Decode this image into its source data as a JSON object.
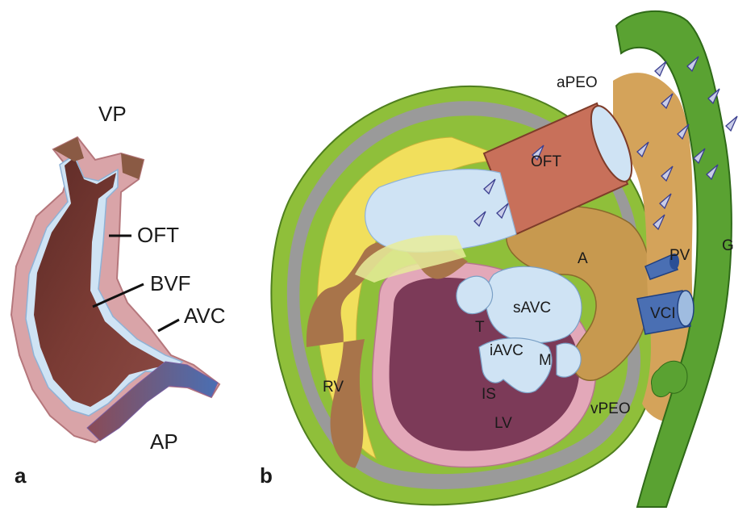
{
  "panel_a": {
    "panel_label": "a",
    "labels": {
      "vp": "VP",
      "oft": "OFT",
      "bvf": "BVF",
      "avc": "AVC",
      "ap": "AP"
    }
  },
  "panel_b": {
    "panel_label": "b",
    "labels": {
      "apeo": "aPEO",
      "oft": "OFT",
      "a": "A",
      "pv": "PV",
      "g": "G",
      "savc": "sAVC",
      "t": "T",
      "vci": "VCI",
      "iavc": "iAVC",
      "m": "M",
      "rv": "RV",
      "is": "IS",
      "lv": "LV",
      "vpeo": "vPEO"
    }
  },
  "colors": {
    "outer_wall": "#8fbf3a",
    "gut": "#5aa232",
    "myocardium_tube": "#7a3b34",
    "endocardial_cushion": "#cfe3f4",
    "venous_pole": "#4a6fb3",
    "atrium": "#c7994f",
    "pericardial_fat": "#d4a35a",
    "outflow_tract": "#c8705a",
    "right_ventricle": "#f1df5c",
    "trabeculae": "#a8744a",
    "left_ventricle": "#7c3a58",
    "pericardium_pink": "#e3a8b9",
    "epicardial_spikes": "#c9cde8"
  }
}
